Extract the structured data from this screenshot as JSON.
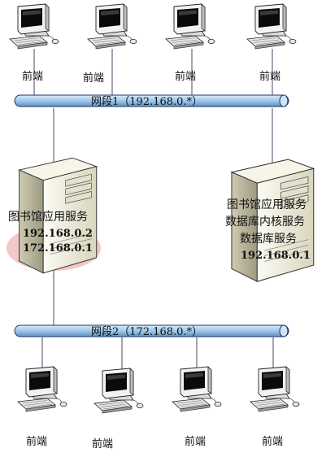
{
  "diagram": {
    "colors": {
      "bus_fill": "#9ec7ea",
      "bus_stroke": "#1a3a6b",
      "wire": "#4a4a6a",
      "monitor_body": "#f2f2f2",
      "screen": "#0a0a0a",
      "server_body": "#efeedd",
      "server_shadow": "#f3c7c7"
    },
    "segment1": {
      "label": "网段1（192.168.0.*）"
    },
    "segment2": {
      "label": "网段2（172.168.0.*）"
    },
    "top_terminals": [
      {
        "label": "前端",
        "icon": "desktop-computer-icon"
      },
      {
        "label": "前端",
        "icon": "desktop-computer-icon"
      },
      {
        "label": "前端",
        "icon": "desktop-computer-icon"
      },
      {
        "label": "前端",
        "icon": "desktop-computer-icon"
      }
    ],
    "bottom_terminals": [
      {
        "label": "前端",
        "icon": "desktop-computer-icon"
      },
      {
        "label": "前端",
        "icon": "desktop-computer-icon"
      },
      {
        "label": "前端",
        "icon": "desktop-computer-icon"
      },
      {
        "label": "前端",
        "icon": "desktop-computer-icon"
      }
    ],
    "left_server": {
      "icon": "server-tower-icon",
      "lines": [
        "图书馆应用服务"
      ],
      "ips": [
        "192.168.0.2",
        "172.168.0.1"
      ]
    },
    "right_server": {
      "icon": "server-tower-icon",
      "lines": [
        "图书馆应用服务",
        "数据库内核服务",
        "数据库服务"
      ],
      "ips": [
        "192.168.0.1"
      ]
    }
  }
}
